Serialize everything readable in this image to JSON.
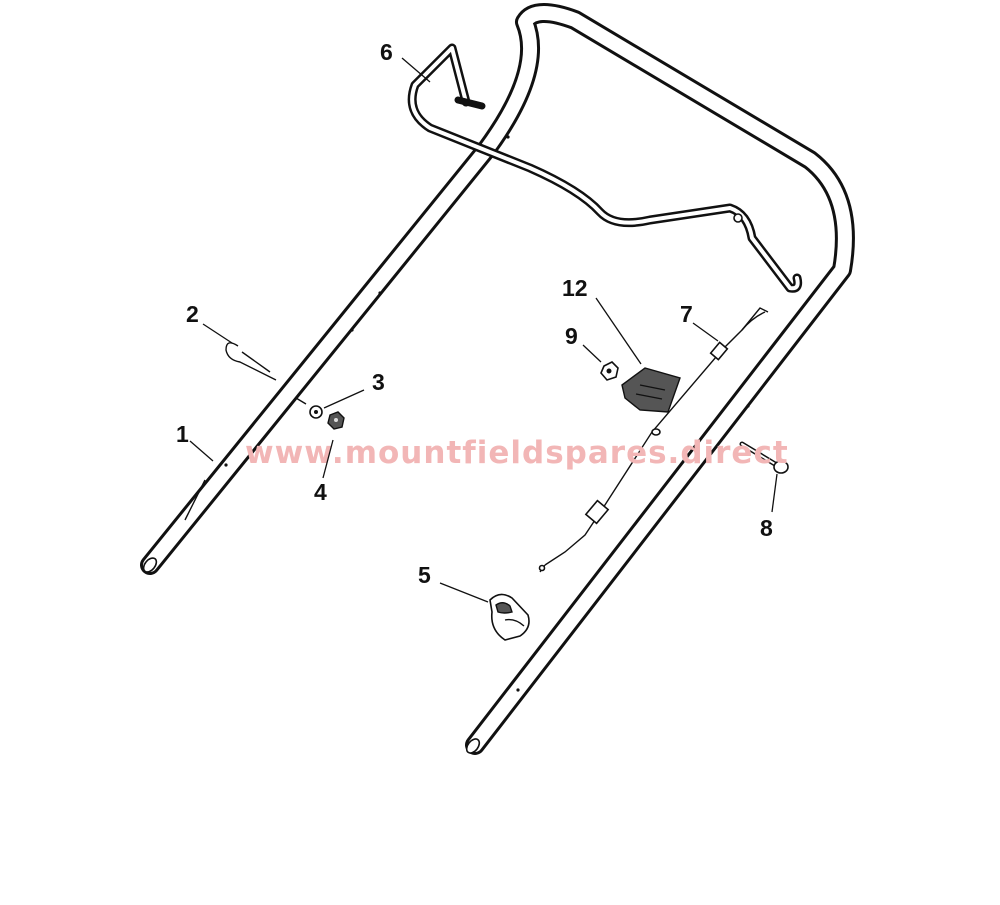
{
  "watermark": "www.mountfieldspares.direct",
  "callouts": {
    "p1": "1",
    "p2": "2",
    "p3": "3",
    "p4": "4",
    "p5": "5",
    "p6": "6",
    "p7": "7",
    "p8": "8",
    "p9": "9",
    "p12": "12"
  }
}
